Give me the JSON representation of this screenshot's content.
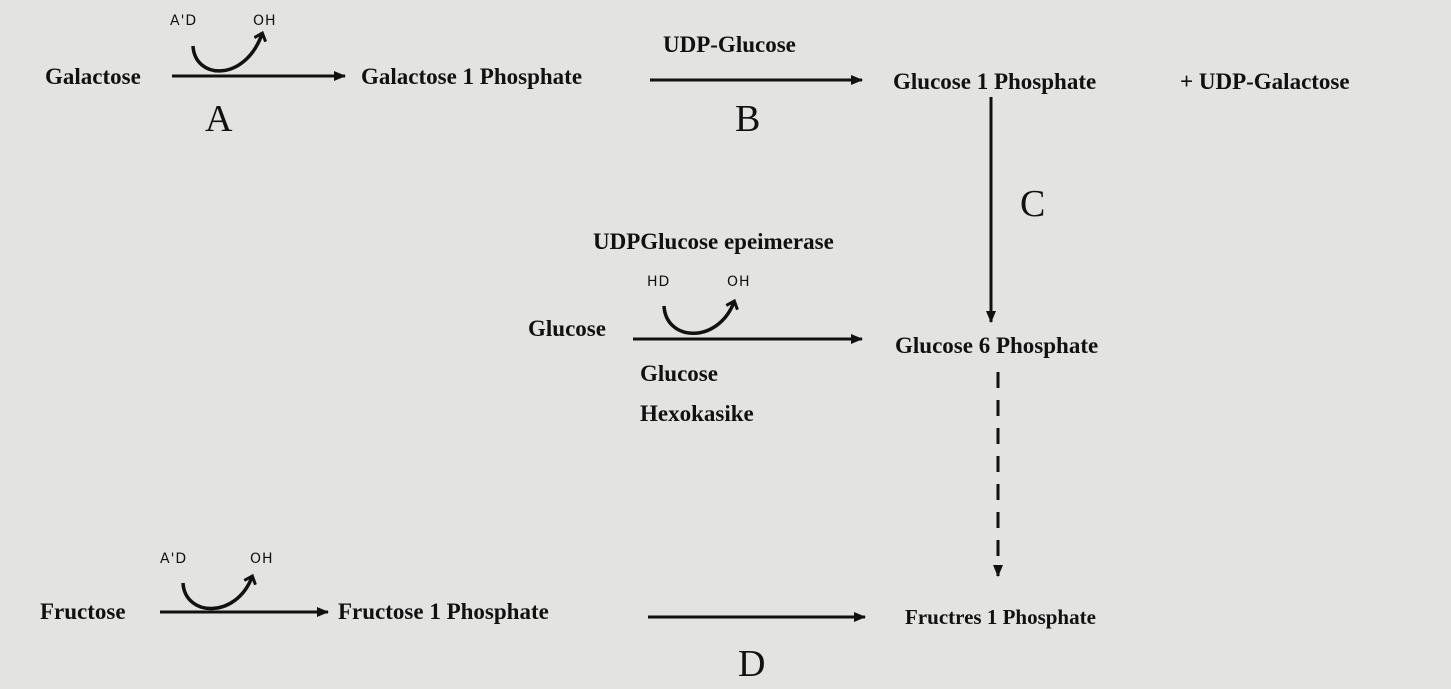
{
  "row1": {
    "galactose": "Galactose",
    "cofactor_in": "A'D",
    "cofactor_out": "OH",
    "step_a": "A",
    "galactose_1_phosphate": "Galactose 1 Phosphate",
    "udp_glucose": "UDP-Glucose",
    "step_b": "B",
    "glucose_1_phosphate": "Glucose 1 Phosphate",
    "udp_galactose": "+ UDP-Galactose"
  },
  "step_c": "C",
  "row2": {
    "enzyme": "UDPGlucose epeimerase",
    "cofactor_in": "HD",
    "cofactor_out": "OH",
    "glucose": "Glucose",
    "enzyme_line1": "Glucose",
    "enzyme_line2": "Hexokasike",
    "glucose_6_phosphate": "Glucose 6 Phosphate"
  },
  "row3": {
    "cofactor_in": "A'D",
    "cofactor_out": "OH",
    "fructose": "Fructose",
    "fructose_1_phosphate": "Fructose 1 Phosphate",
    "fructres_1_phosphate": "Fructres 1 Phosphate",
    "step_d": "D"
  }
}
